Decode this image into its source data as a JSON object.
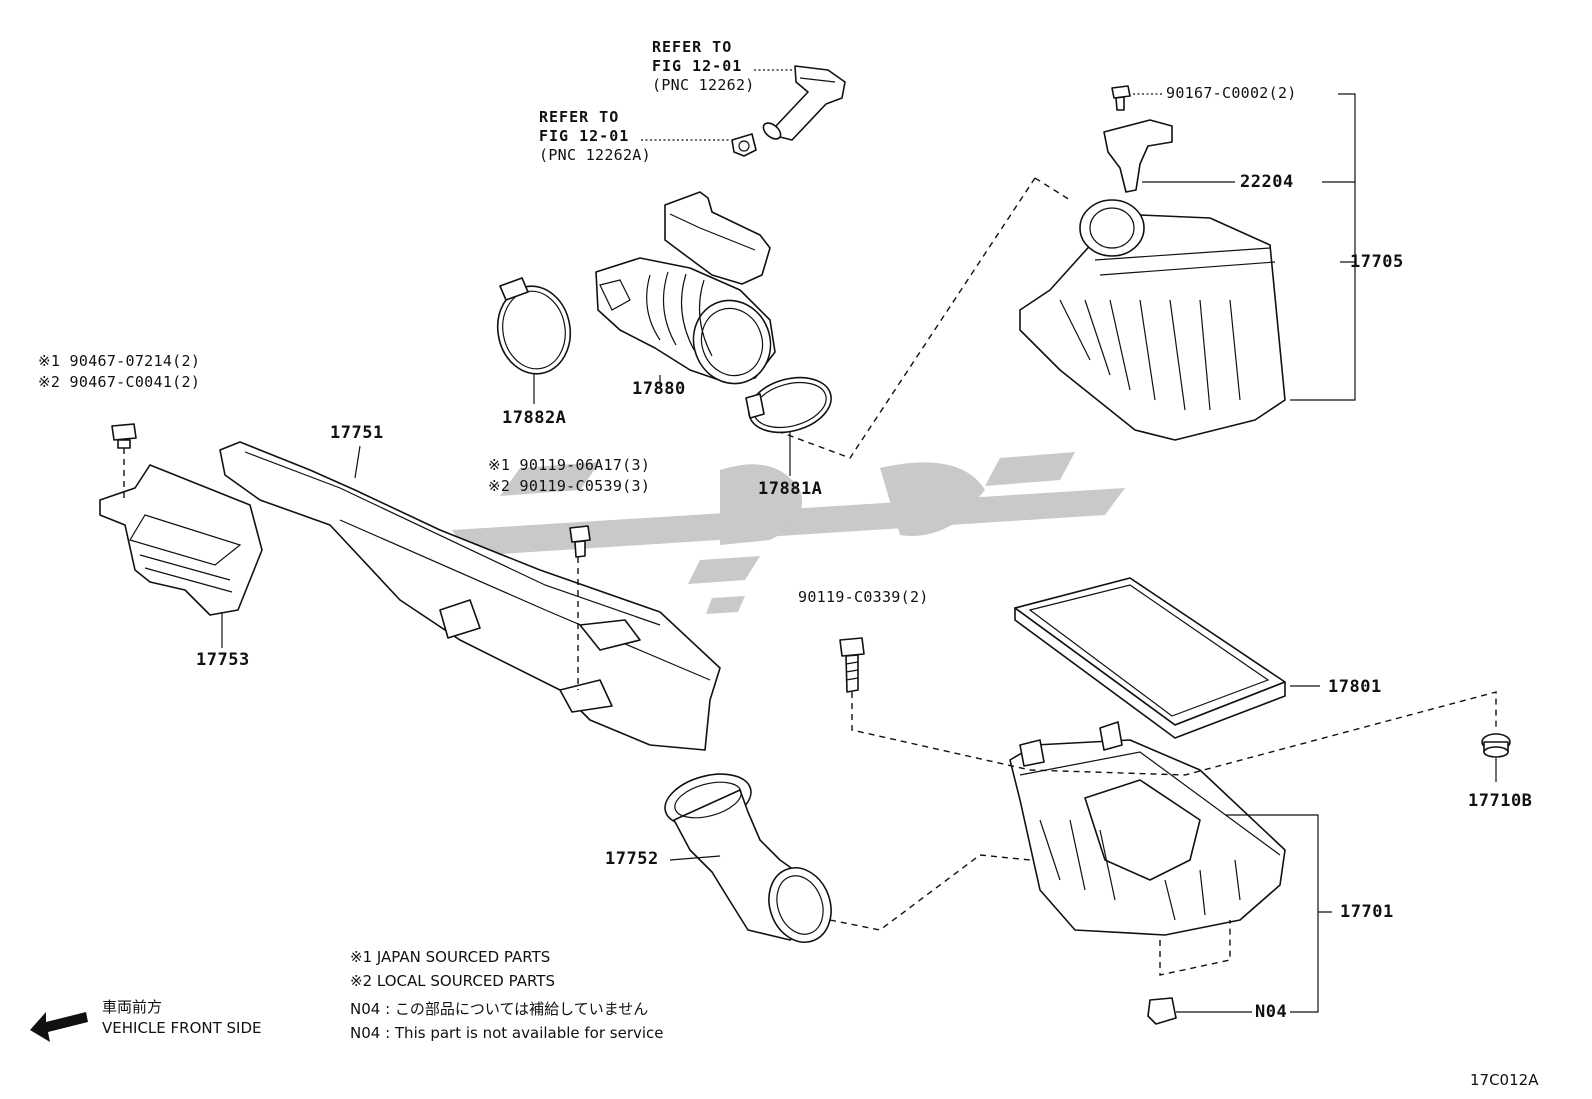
{
  "labels": {
    "refer_top": [
      "REFER TO",
      "FIG 12-01",
      "(PNC 12262)"
    ],
    "refer_mid": [
      "REFER TO",
      "FIG 12-01",
      "(PNC 12262A)"
    ],
    "bolt_top": "90167-C0002(2)",
    "p22204": "22204",
    "p17705": "17705",
    "p17880": "17880",
    "p17882a": "17882A",
    "p17881a": "17881A",
    "p17751": "17751",
    "p17753": "17753",
    "bolt_left_1": "※1 90467-07214(2)",
    "bolt_left_2": "※2 90467-C0041(2)",
    "bolt_mid_1": "※1 90119-06A17(3)",
    "bolt_mid_2": "※2 90119-C0539(3)",
    "bolt_right": "90119-C0339(2)",
    "p17801": "17801",
    "p17710b": "17710B",
    "p17752": "17752",
    "p17701": "17701",
    "n04": "N04"
  },
  "notes": {
    "japan": "※1 JAPAN SOURCED PARTS",
    "local": "※2 LOCAL SOURCED PARTS",
    "n04_jp": "N04 : この部品については補給していません",
    "n04_en": "N04 : This part is not available for service"
  },
  "front": {
    "jp": "車両前方",
    "en": "VEHICLE FRONT SIDE"
  },
  "figure_code": "17C012A"
}
